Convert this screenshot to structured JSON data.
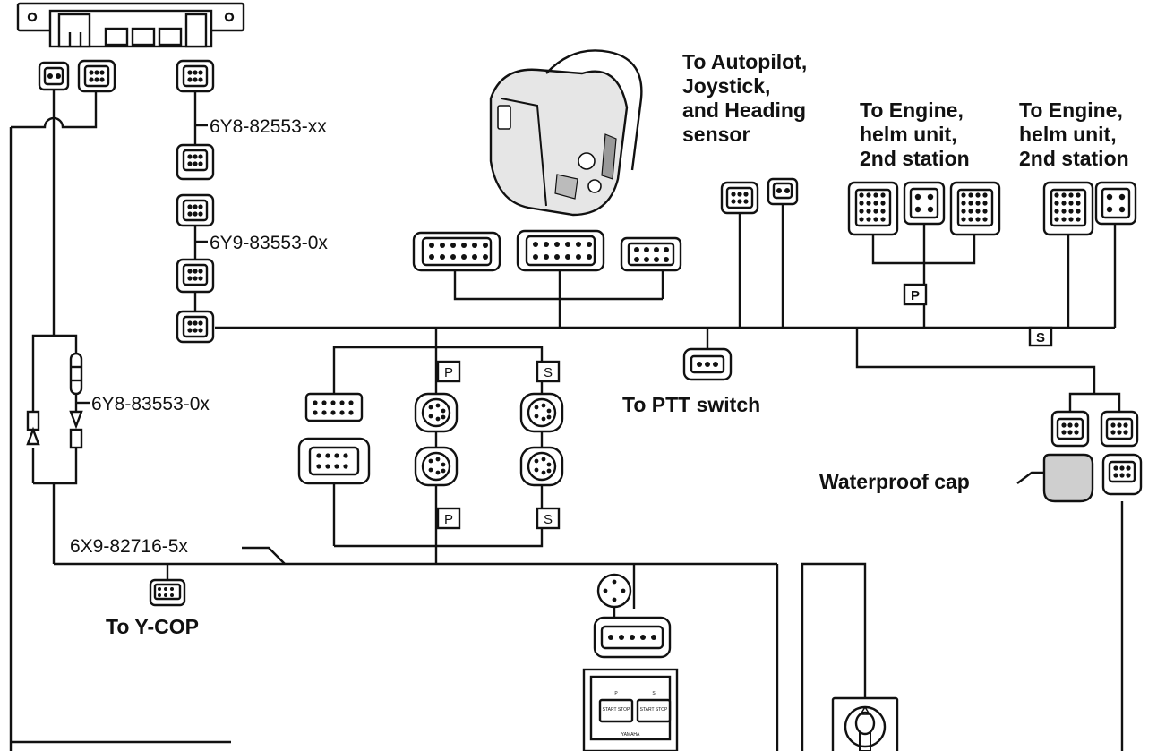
{
  "part_numbers": {
    "harness_top": "6Y8-82553-xx",
    "harness_mid": "6Y9-83553-0x",
    "fuse_harness": "6Y8-83553-0x",
    "main_harness": "6X9-82716-5x"
  },
  "destinations": {
    "autopilot": [
      "To Autopilot,",
      "Joystick,",
      "and Heading",
      "sensor"
    ],
    "engine_helm_1": [
      "To Engine,",
      "helm unit,",
      "2nd station"
    ],
    "engine_helm_2": [
      "To Engine,",
      "helm unit,",
      "2nd station"
    ],
    "ptt_switch": "To PTT switch",
    "y_cop": "To Y-COP",
    "waterproof_cap": "Waterproof cap"
  },
  "tags": {
    "port": "P",
    "starboard": "S"
  },
  "switch_panel": {
    "left_label": "START\nSTOP",
    "right_label": "START\nSTOP",
    "port_mark": "P",
    "starboard_mark": "S",
    "brand": "YAMAHA"
  }
}
